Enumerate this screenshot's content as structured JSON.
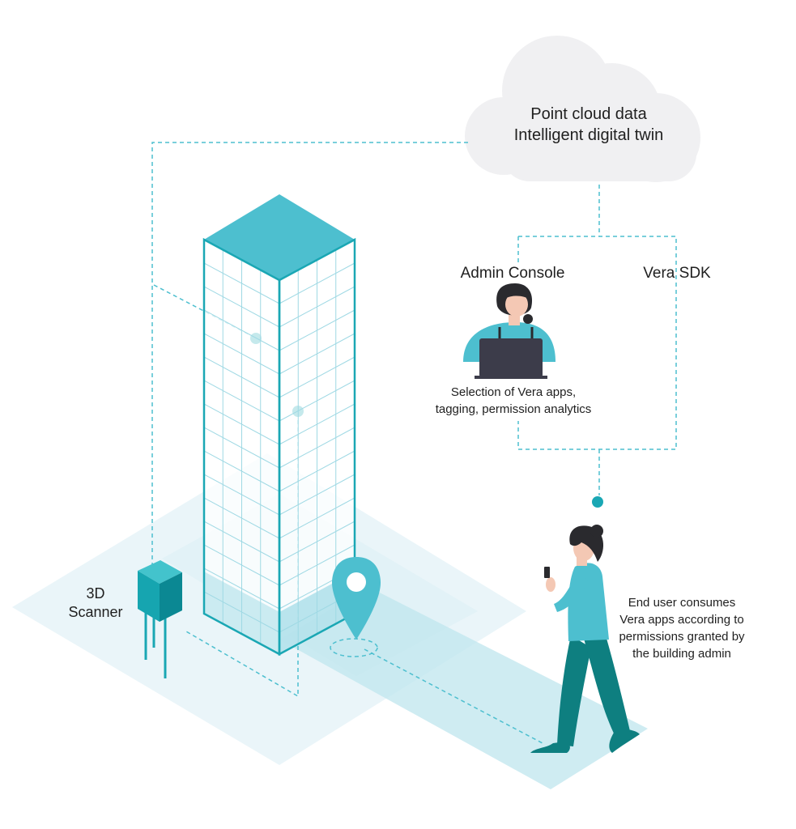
{
  "diagram": {
    "cloud": {
      "line1": "Point cloud data",
      "line2": "Intelligent digital twin"
    },
    "admin_console": {
      "label": "Admin Console",
      "description_line1": "Selection of Vera apps,",
      "description_line2": "tagging, permission analytics"
    },
    "vera_sdk": {
      "label": "Vera SDK"
    },
    "scanner": {
      "line1": "3D",
      "line2": "Scanner"
    },
    "end_user": {
      "line1": "End user consumes",
      "line2": "Vera apps according to",
      "line3": "permissions granted by",
      "line4": "the building admin"
    },
    "colors": {
      "accent": "#4dbfcf",
      "accent_dark": "#1aa7b4",
      "teal_deep": "#0e7f80",
      "floor_light": "#e8f5f9",
      "cloud": "#f0f0f2",
      "laptop": "#3c3c4a",
      "hair": "#2a2a2e",
      "skin": "#f4c8b4"
    }
  }
}
